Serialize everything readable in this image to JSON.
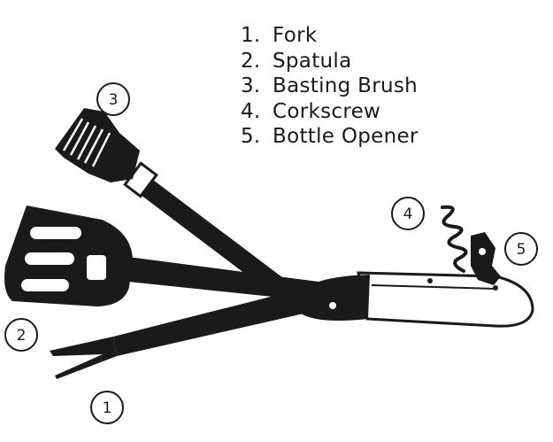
{
  "legend": [
    {
      "number": "1.",
      "label": "Fork"
    },
    {
      "number": "2.",
      "label": "Spatula"
    },
    {
      "number": "3.",
      "label": "Basting Brush"
    },
    {
      "number": "4.",
      "label": "Corkscrew"
    },
    {
      "number": "5.",
      "label": "Bottle Opener"
    }
  ],
  "callouts": [
    "1",
    "2",
    "3",
    "4",
    "5"
  ],
  "colors": {
    "ink": "#1a1a1a",
    "background": "#ffffff"
  }
}
